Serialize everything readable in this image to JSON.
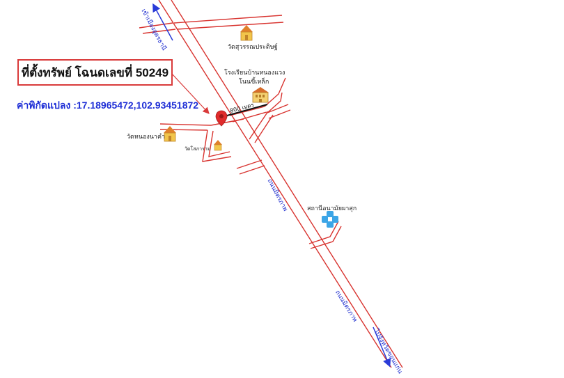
{
  "title": "ที่ตั้งทรัพย์ โฉนดเลขที่ 50249",
  "coordinates": "ค่าพิกัดแปลง :17.18965472,102.93451872",
  "distance_label": "800 เมตร",
  "places": {
    "wat_suwan": "วัดสุวรรณประดิษฐ์",
    "school_line1": "โรงเรียนบ้านหนองแวง",
    "school_line2": "โนนขี้เหล็ก",
    "wat_nong_na_kham": "วัดหนองนาคำ",
    "wat_small": "วัดโสภาราม",
    "health_station": "สถานีอนามัยผาสุก"
  },
  "road_labels": {
    "road_upper": "ถนนมิตรภาพ",
    "road_lower": "ถนนมิตรภาพ"
  },
  "directions": {
    "to_udon": "เข้าเมืองอุดรธานี",
    "to_khon_kaen": "ไปจังหวัดขอนแก่น"
  },
  "colors": {
    "road": "#d8332f",
    "arrow": "#2a3bd8",
    "title_border": "#d93a3a",
    "coords_text": "#1f2fd6",
    "pin": "#e02b2b"
  },
  "icons": {
    "temple": "temple-icon",
    "school": "school-icon",
    "hospital": "medical-cross-icon",
    "pin": "location-pin-icon"
  }
}
